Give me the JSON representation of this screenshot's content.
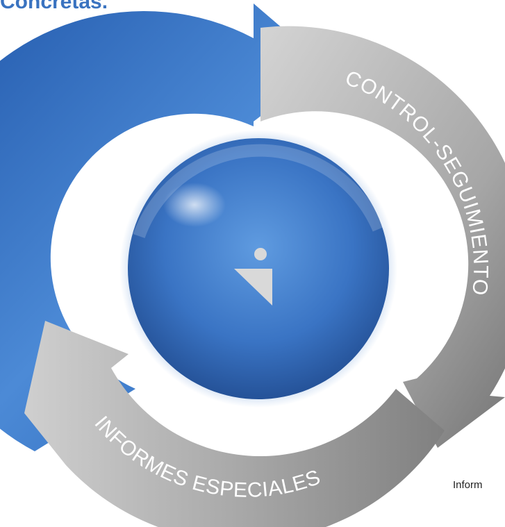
{
  "title": "Concretas.",
  "cycle": {
    "segments": [
      {
        "label": "CONTROL-SEGUIMIENTO"
      },
      {
        "label": "INFORMES ESPECIALES"
      }
    ]
  },
  "footer_fragment": "Inform",
  "colors": {
    "blue": "#3a78c9",
    "gray": "#a9a9a9",
    "title": "#3a73c0"
  },
  "icons": {
    "center": "info-icon"
  }
}
